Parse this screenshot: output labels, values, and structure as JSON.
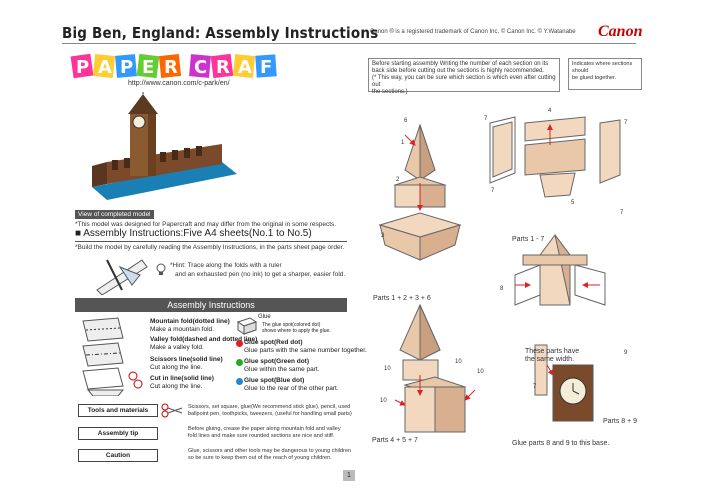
{
  "header": {
    "title": "Big Ben, England: Assembly Instructions",
    "trademark": "Canon ® is a registered trademark of Canon Inc. © Canon Inc. © Y.Watanabe",
    "brand": "Canon"
  },
  "logo": {
    "text": "PAPER CRAFT",
    "url": "http://www.canon.com/c-park/en/"
  },
  "view": {
    "label": "View of completed model",
    "note": "*This model was designed for Papercraft and may differ from the original in some respects."
  },
  "sheets": {
    "heading": "■ Assembly Instructions:Five A4 sheets(No.1 to No.5)",
    "note": "*Build the model by carefully reading the Assembly Instructions, in the parts sheet page order."
  },
  "hint": {
    "line1": "*Hint: Trace along the folds with a ruler",
    "line2": "and an exhausted pen (no ink) to get a sharper, easier fold."
  },
  "assembly": {
    "bar": "Assembly Instructions",
    "mountain_title": "Mountain fold(dotted line)",
    "mountain_text": "Make a mountain fold.",
    "valley_title": "Valley fold(dashed and dotted line)",
    "valley_text": "Make a valley fold.",
    "scissors_title": "Scissors line(solid line)",
    "scissors_text": "Cut along the line.",
    "cut_title": "Cut in line(solid line)",
    "cut_text": "Cut along the line.",
    "glue_label": "Glue",
    "glue_note1": "The glue spot(colored dot)",
    "glue_note2": "shows where to apply the glue.",
    "red_title": "Glue spot(Red dot)",
    "red_text": "Glue parts with the same number together.",
    "green_title": "Glue spot(Green dot)",
    "green_text": "Glue within the same part.",
    "blue_title": "Glue spot(Blue dot)",
    "blue_text": "Glue to the rear of the other part."
  },
  "tools": {
    "label": "Tools and materials",
    "line1": "Scissors, set square, glue(We recommend stick glue), pencil, used",
    "line2": "ballpoint pen, toothpicks, tweezers, (useful for handling small parts)"
  },
  "tip": {
    "label": "Assembly tip",
    "line1": "Before gluing, crease the paper along mountain fold and valley",
    "line2": "fold lines and make sure rounded sections are nice and stiff."
  },
  "caution": {
    "label": "Caution",
    "line1": "Glue, scissors and other tools may be dangerous to young children",
    "line2": "so be sure to keep them out of the reach of young children."
  },
  "notes": {
    "before1": "Before starting assembly Writing the number of each section on its",
    "before2": "back side before cutting out the sections is highly recommended.",
    "before3": "(* This way, you can be sure which section is which even after cutting out",
    "before4": "the sections.)",
    "indicates1": "Indicates where sections should",
    "indicates2": "be glued together."
  },
  "diagram": {
    "n6": "6",
    "n1": "1",
    "n2": "2",
    "n3": "3",
    "n4": "4",
    "n5": "5",
    "n7a": "7",
    "n7b": "7",
    "n7c": "7",
    "n7d": "7",
    "n8": "8",
    "n9": "9",
    "n10a": "10",
    "n10b": "10",
    "n10c": "10",
    "n10d": "10",
    "n7e": "7",
    "parts17": "Parts 1 - 7",
    "parts1236": "Parts 1 + 2 + 3 + 6",
    "parts457": "Parts 4 + 5 + 7",
    "parts89": "Parts 8 + 9",
    "samewidth1": "These parts have",
    "samewidth2": "the same width.",
    "glue89": "Glue parts 8 and 9 to this base."
  },
  "page": {
    "number": "1"
  },
  "colors": {
    "accent": "#cc0000",
    "bar": "#555555",
    "glue_red": "#d22",
    "glue_green": "#2a2",
    "glue_blue": "#28c"
  }
}
